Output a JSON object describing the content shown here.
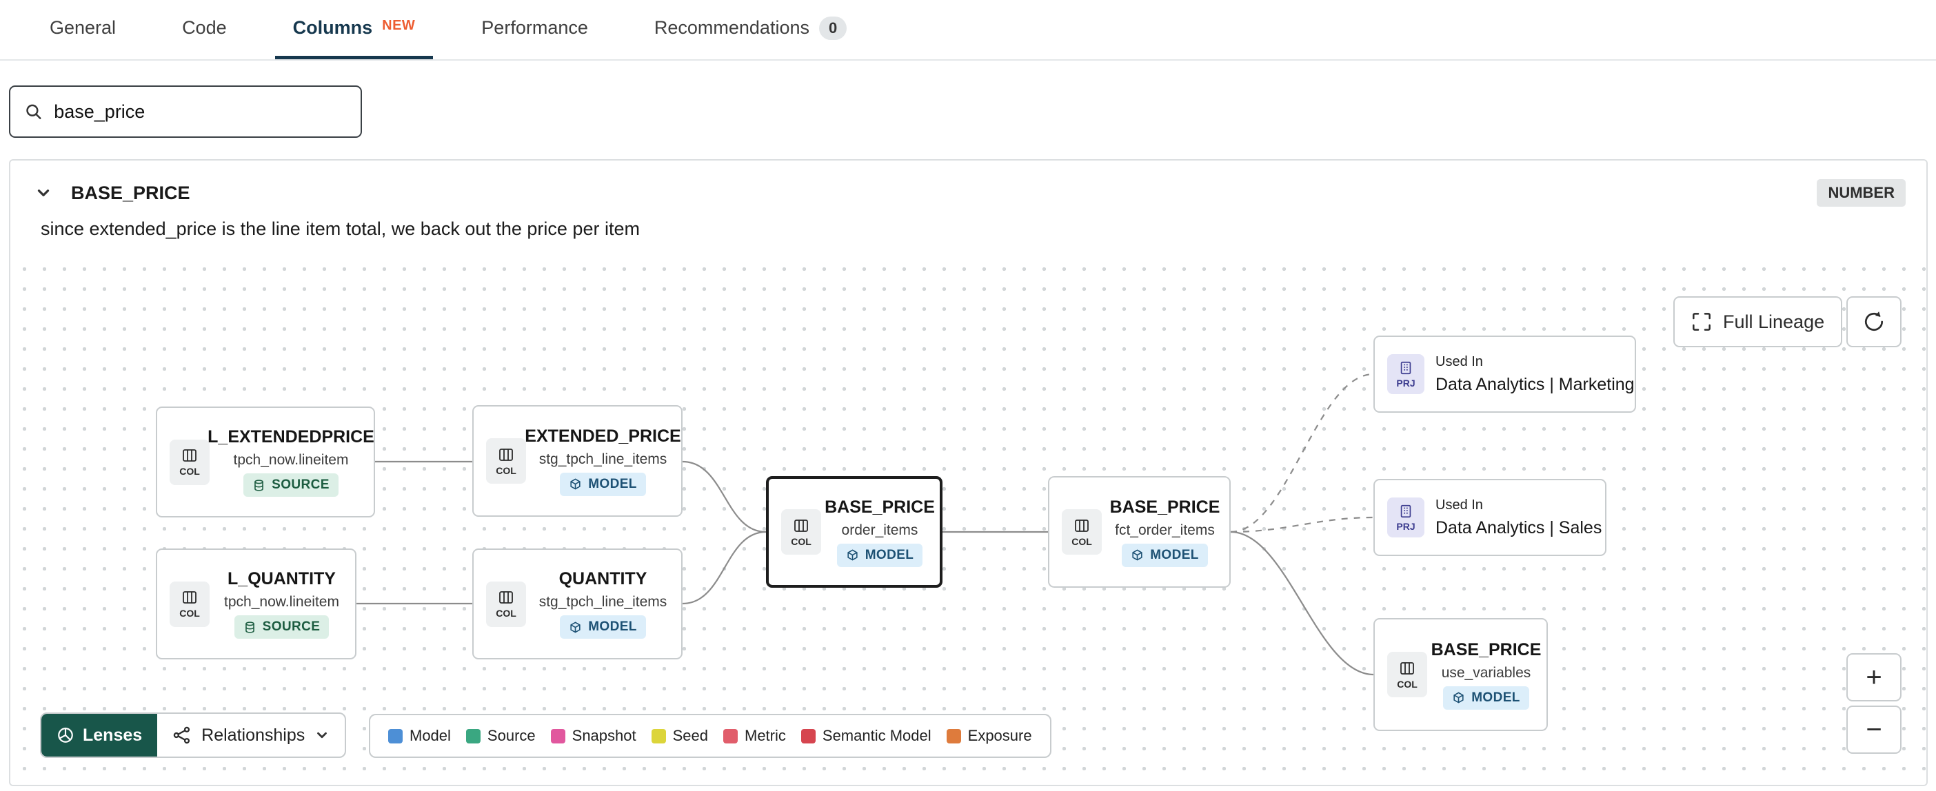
{
  "tabs": {
    "general": "General",
    "code": "Code",
    "columns": "Columns",
    "columns_badge": "NEW",
    "performance": "Performance",
    "recommendations": "Recommendations",
    "recommendations_badge": "0"
  },
  "search": {
    "value": "base_price",
    "icon": "search-icon"
  },
  "column_panel": {
    "title": "BASE_PRICE",
    "type_badge": "NUMBER",
    "description": "since extended_price is the line item total, we back out the price per item"
  },
  "lineage": {
    "full_lineage_label": "Full Lineage",
    "zoom_in_label": "+",
    "zoom_out_label": "−",
    "nodes": [
      {
        "icon_label": "COL",
        "title": "L_EXTENDEDPRICE",
        "subtitle": "tpch_now.lineitem",
        "badge": "SOURCE"
      },
      {
        "icon_label": "COL",
        "title": "EXTENDED_PRICE",
        "subtitle": "stg_tpch_line_items",
        "badge": "MODEL"
      },
      {
        "icon_label": "COL",
        "title": "L_QUANTITY",
        "subtitle": "tpch_now.lineitem",
        "badge": "SOURCE"
      },
      {
        "icon_label": "COL",
        "title": "QUANTITY",
        "subtitle": "stg_tpch_line_items",
        "badge": "MODEL"
      },
      {
        "icon_label": "COL",
        "title": "BASE_PRICE",
        "subtitle": "order_items",
        "badge": "MODEL",
        "selected": true
      },
      {
        "icon_label": "COL",
        "title": "BASE_PRICE",
        "subtitle": "fct_order_items",
        "badge": "MODEL"
      },
      {
        "icon_label": "PRJ",
        "kicker": "Used In",
        "title": "Data Analytics | Marketing"
      },
      {
        "icon_label": "PRJ",
        "kicker": "Used In",
        "title": "Data Analytics | Sales"
      },
      {
        "icon_label": "COL",
        "title": "BASE_PRICE",
        "subtitle": "use_variables",
        "badge": "MODEL"
      }
    ],
    "footer": {
      "lenses_label": "Lenses",
      "relationships_label": "Relationships",
      "legend": [
        {
          "label": "Model",
          "color": "#4d8fd6"
        },
        {
          "label": "Source",
          "color": "#3aa781"
        },
        {
          "label": "Snapshot",
          "color": "#e1579e"
        },
        {
          "label": "Seed",
          "color": "#dcd53a"
        },
        {
          "label": "Metric",
          "color": "#e15d6b"
        },
        {
          "label": "Semantic Model",
          "color": "#d6454f"
        },
        {
          "label": "Exposure",
          "color": "#de7b3c"
        }
      ]
    }
  },
  "colors": {
    "tab_active": "#16384e",
    "new_badge": "#ed5c31",
    "lenses_bg": "#18564a",
    "model_badge_bg": "#dceefa",
    "source_badge_bg": "#dcefe6",
    "prj_chip_bg": "#e4e4f6"
  }
}
